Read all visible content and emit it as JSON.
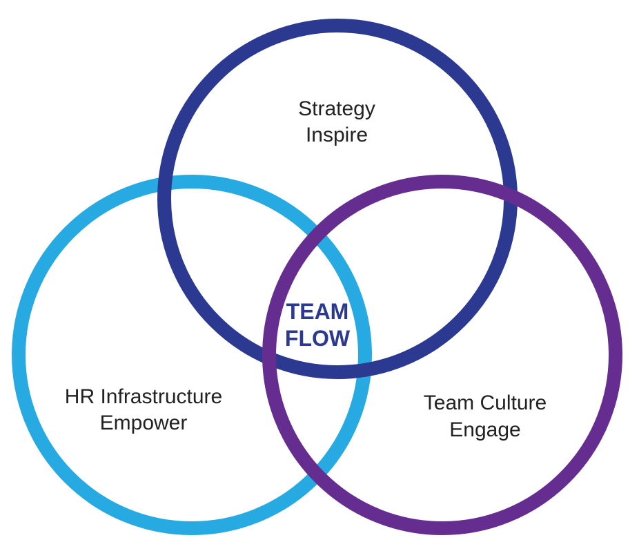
{
  "diagram": {
    "circles": [
      {
        "name": "strategy",
        "color": "#2b3990",
        "lines": [
          "Strategy",
          "Inspire"
        ]
      },
      {
        "name": "hr-infrastructure",
        "color": "#27aae1",
        "lines": [
          "HR Infrastructure",
          "Empower"
        ]
      },
      {
        "name": "team-culture",
        "color": "#662d91",
        "lines": [
          "Team Culture",
          "Engage"
        ]
      }
    ],
    "center": {
      "lines": [
        "TEAM",
        "FLOW"
      ],
      "color": "#2b3990"
    }
  }
}
